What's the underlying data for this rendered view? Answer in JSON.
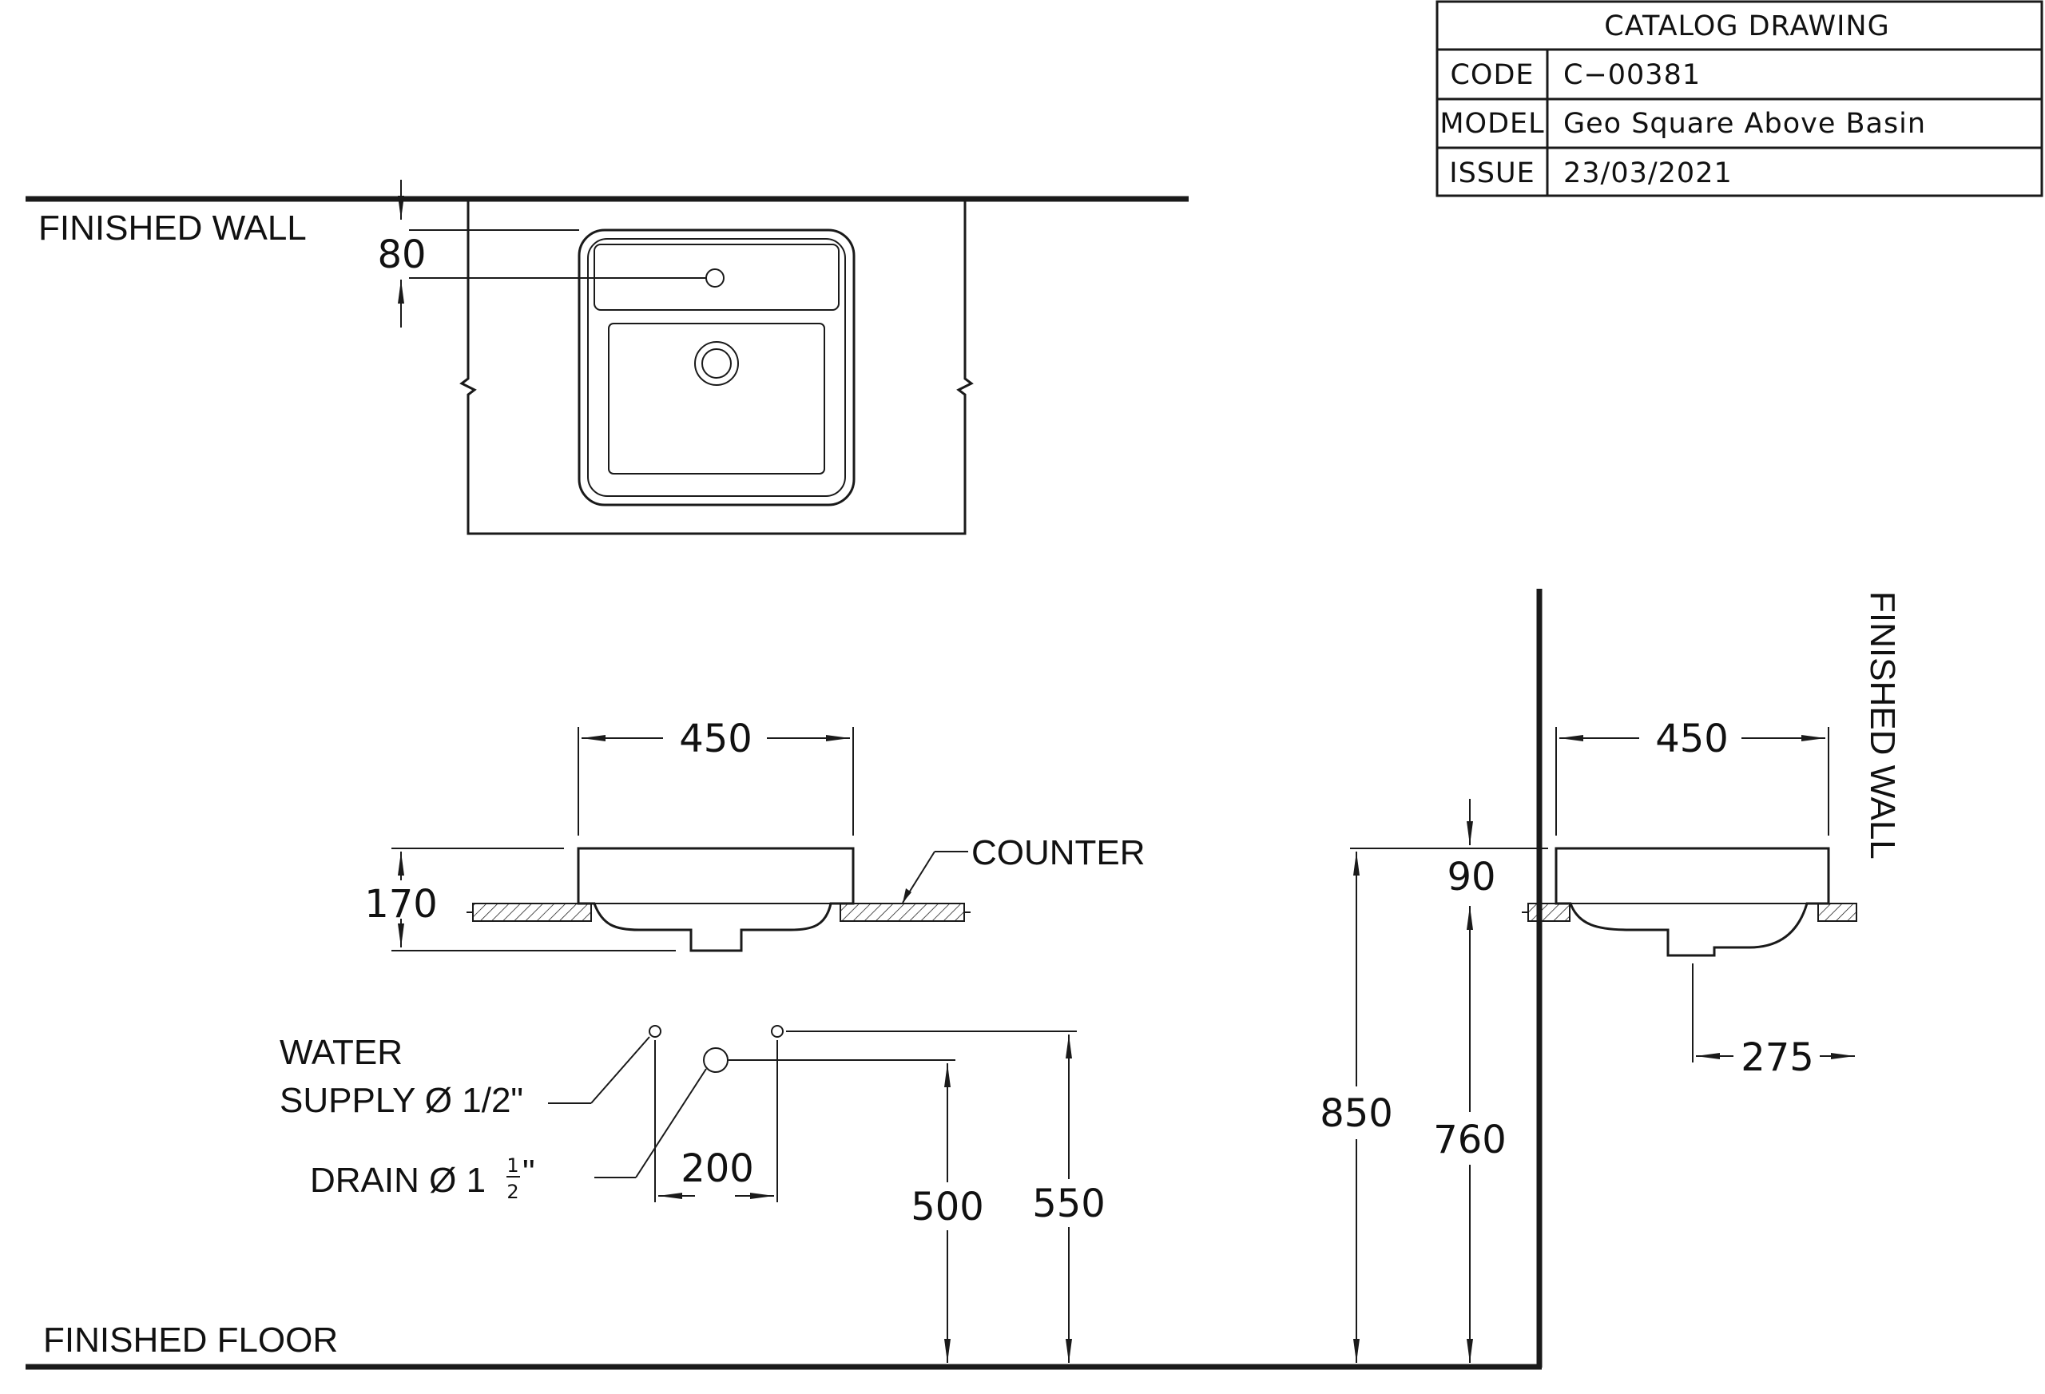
{
  "title_block": {
    "header": "CATALOG  DRAWING",
    "rows": [
      {
        "key": "CODE",
        "value": "C−00381"
      },
      {
        "key": "MODEL",
        "value": "Geo  Square  Above  Basin"
      },
      {
        "key": "ISSUE",
        "value": " 23/03/2021"
      }
    ]
  },
  "labels": {
    "finished_wall_top": "FINISHED WALL",
    "finished_wall_side": "FINISHED WALL",
    "finished_floor": "FINISHED FLOOR",
    "counter": "COUNTER",
    "water_supply_line1": "WATER",
    "water_supply_line2": "SUPPLY Ø 1/2\"",
    "drain_prefix": "DRAIN Ø 1",
    "drain_frac_num": "1",
    "drain_frac_den": "2",
    "drain_suffix": "\""
  },
  "dimensions": {
    "top_offset": "80",
    "front_width": "450",
    "front_height": "170",
    "side_width": "450",
    "side_rim": "90",
    "side_drain_offset": "275",
    "supply_spacing": "200",
    "drain_height": "500",
    "supply_height": "550",
    "rim_height": "850",
    "counter_height": "760"
  }
}
